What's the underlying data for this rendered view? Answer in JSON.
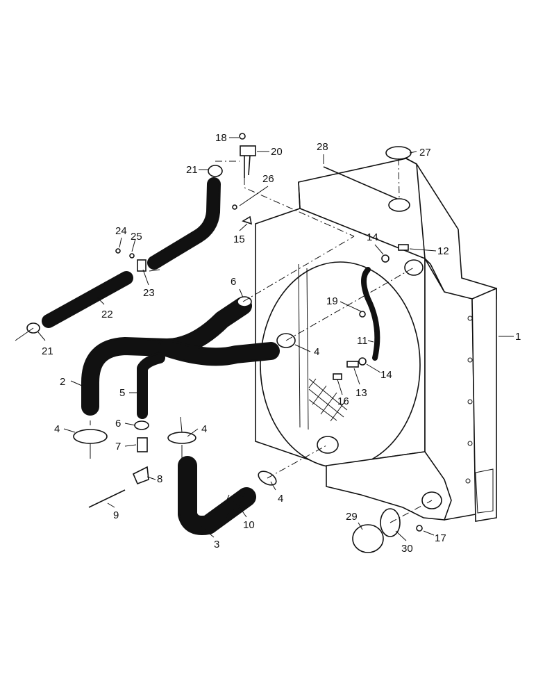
{
  "callouts": [
    {
      "id": "1",
      "label": "1"
    },
    {
      "id": "2",
      "label": "2"
    },
    {
      "id": "3",
      "label": "3"
    },
    {
      "id": "4a",
      "label": "4"
    },
    {
      "id": "4b",
      "label": "4"
    },
    {
      "id": "4c",
      "label": "4"
    },
    {
      "id": "4d",
      "label": "4"
    },
    {
      "id": "5",
      "label": "5"
    },
    {
      "id": "6a",
      "label": "6"
    },
    {
      "id": "6b",
      "label": "6"
    },
    {
      "id": "7",
      "label": "7"
    },
    {
      "id": "8",
      "label": "8"
    },
    {
      "id": "9",
      "label": "9"
    },
    {
      "id": "10",
      "label": "10"
    },
    {
      "id": "11",
      "label": "11"
    },
    {
      "id": "12",
      "label": "12"
    },
    {
      "id": "13",
      "label": "13"
    },
    {
      "id": "14a",
      "label": "14"
    },
    {
      "id": "14b",
      "label": "14"
    },
    {
      "id": "15",
      "label": "15"
    },
    {
      "id": "16",
      "label": "16"
    },
    {
      "id": "17",
      "label": "17"
    },
    {
      "id": "18",
      "label": "18"
    },
    {
      "id": "19",
      "label": "19"
    },
    {
      "id": "20",
      "label": "20"
    },
    {
      "id": "21a",
      "label": "21"
    },
    {
      "id": "21b",
      "label": "21"
    },
    {
      "id": "22",
      "label": "22"
    },
    {
      "id": "23",
      "label": "23"
    },
    {
      "id": "24",
      "label": "24"
    },
    {
      "id": "25",
      "label": "25"
    },
    {
      "id": "26",
      "label": "26"
    },
    {
      "id": "27",
      "label": "27"
    },
    {
      "id": "28",
      "label": "28"
    },
    {
      "id": "29",
      "label": "29"
    },
    {
      "id": "30",
      "label": "30"
    }
  ]
}
